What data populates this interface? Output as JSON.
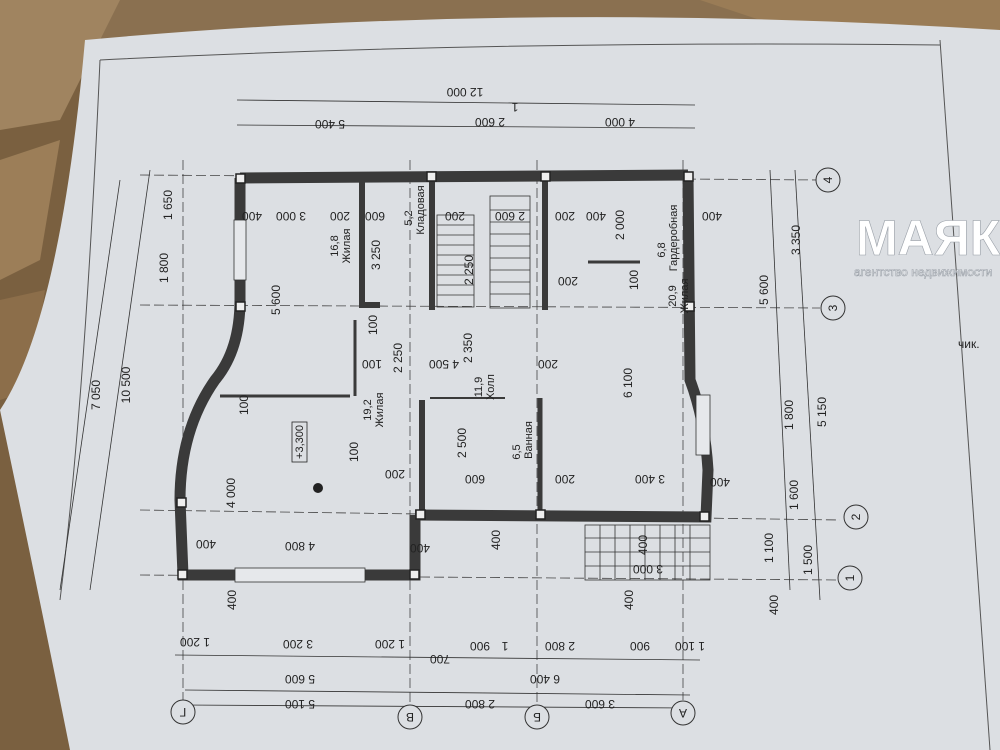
{
  "watermark": {
    "brand": "МАЯК",
    "tagline": "агентство недвижимости"
  },
  "level_mark": "+3,300",
  "rooms": [
    {
      "area": "16,8",
      "name": "Жилая"
    },
    {
      "area": "5,2",
      "name": "Кладовая"
    },
    {
      "area": "6,8",
      "name": "Гардеробная"
    },
    {
      "area": "20,9",
      "name": "Жилая"
    },
    {
      "area": "19,2",
      "name": "Жилая"
    },
    {
      "area": "11,9",
      "name": "Холл"
    },
    {
      "area": "6,5",
      "name": "Ванная"
    }
  ],
  "top_dims": {
    "total": "12 000",
    "parts": [
      "5 400",
      "2 600",
      "4 000"
    ],
    "section_mark": "1"
  },
  "bottom_dims": {
    "row1": [
      "1 200",
      "3 200",
      "1 200",
      "900",
      "2 800",
      "900",
      "1 100"
    ],
    "row2": [
      "5 600",
      "6 400"
    ],
    "row2b": "700",
    "row3": [
      "5 100",
      "2 800",
      "3 600"
    ],
    "section_mark": "1"
  },
  "axes_bottom": [
    "Г",
    "В",
    "Б",
    "А"
  ],
  "axes_right": [
    "4",
    "3",
    "2",
    "1"
  ],
  "right_dims": [
    "3 350",
    "5 600",
    "1 800",
    "5 150",
    "1 600",
    "1 100",
    "1 500",
    "400"
  ],
  "left_dims": [
    "1 650",
    "1 800",
    "10 500",
    "7 050",
    "400"
  ],
  "inner_dims": [
    "400",
    "3 000",
    "200",
    "600",
    "200",
    "2 600",
    "200",
    "400",
    "400",
    "5 600",
    "3 250",
    "2 250",
    "2 000",
    "100",
    "200",
    "100",
    "100",
    "2 250",
    "4 500",
    "2 350",
    "200",
    "6 100",
    "100",
    "100",
    "200",
    "600",
    "2 500",
    "200",
    "3 400",
    "400",
    "4 000",
    "400",
    "4 800",
    "400",
    "400",
    "400",
    "3 000",
    "400"
  ],
  "stamp_fragment": "чик."
}
